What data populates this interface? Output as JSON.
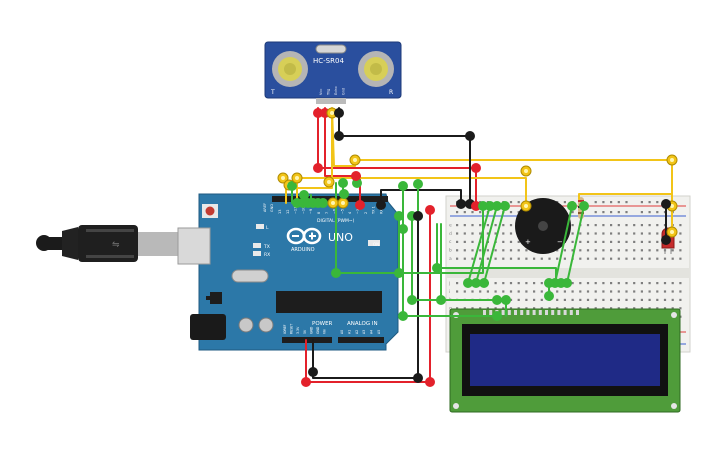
{
  "sensor": {
    "model": "HC-SR04",
    "left_mark": "T",
    "right_mark": "R",
    "pins": [
      "Vcc",
      "Trig",
      "Echo",
      "Gnd"
    ]
  },
  "arduino": {
    "uno_label": "UNO",
    "brand_label": "ARDUINO",
    "power_label": "POWER",
    "analog_label": "ANALOG IN",
    "digital_label": "DIGITAL (PWM~)",
    "on_label": "ON",
    "tx_label": "TX",
    "rx_label": "RX",
    "l_label": "L",
    "aref_label": "AREF",
    "gnd_label": "GND",
    "digital_pins": [
      "13",
      "12",
      "~11",
      "~10",
      "~9",
      "8",
      "7",
      "~6",
      "~5",
      "4",
      "~3",
      "2",
      "TX 1",
      "RX 0"
    ],
    "power_pins": [
      "IOREF",
      "RESET",
      "3.3V",
      "5V",
      "GND",
      "GND",
      "Vin"
    ],
    "analog_pins": [
      "A0",
      "A1",
      "A2",
      "A3",
      "A4",
      "A5"
    ]
  },
  "breadboard": {
    "row_letters": [
      "a",
      "b",
      "c",
      "d",
      "e",
      "f",
      "g",
      "h",
      "i",
      "j"
    ]
  },
  "buzzer": {
    "plus": "+",
    "minus": "−"
  },
  "colors": {
    "red": "#e3212b",
    "black": "#1b1b1b",
    "yellow": "#f2c418",
    "green": "#3ab73a",
    "arduino": "#2c78a8",
    "sensor": "#2a4f9e",
    "lcd_board": "#4f9c3a",
    "lcd_screen": "#1f2a86"
  }
}
